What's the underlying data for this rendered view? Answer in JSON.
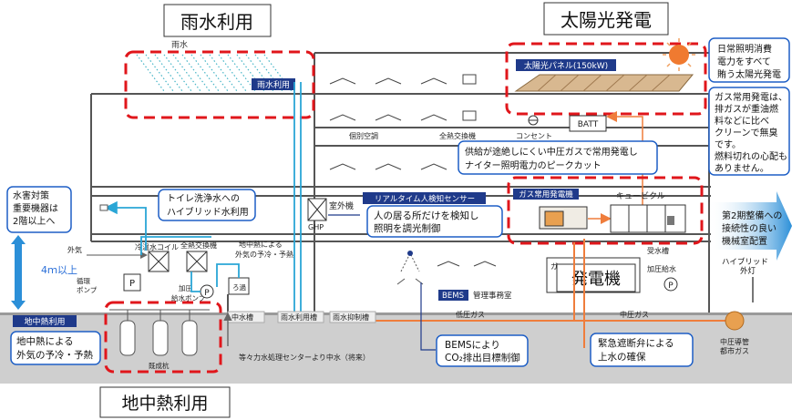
{
  "callouts": {
    "rainwater_title": "雨水利用",
    "solar_title": "太陽光発電",
    "geothermal_title": "地中熱利用",
    "generator_title": "発電機"
  },
  "labels": {
    "rain": "雨水",
    "rain_use_tag": "雨水利用",
    "solar_panel_tag": "太陽光パネル(150kW)",
    "batt": "BATT",
    "outlet": "コンセント",
    "individual_ac": "個別空調",
    "heat_exchanger_top": "全熱交換機",
    "gas_supply_line1": "供給が途絶しにくい中圧ガスで常用発電し",
    "gas_supply_line2": "ナイター照明電力のピークカット",
    "toilet_line1": "トイレ洗浄水への",
    "toilet_line2": "ハイブリッド水利用",
    "sensor_tag": "リアルタイム人検知センサー",
    "sensor_line1": "人の居る所だけを検知し",
    "sensor_line2": "照明を調光制御",
    "outdoor_unit": "室外機",
    "ghp": "GHP",
    "gas_gen_tag": "ガス常用発電機",
    "cubicle": "キュービクル",
    "flood_line1": "水害対策",
    "flood_line2": "重要機器は",
    "flood_line3": "2階以上へ",
    "height": "4ｍ以上",
    "outside_air": "外気",
    "cold_coil": "冷温水コイル",
    "heat_exchanger_low": "全熱交換機",
    "geo_preheat_line1": "地中熱による",
    "geo_preheat_line2": "外気の予冷・予熱",
    "circ_pump_line1": "循環",
    "circ_pump_line2": "ポンプ",
    "pressure_pump_line1": "加圧",
    "pressure_pump_line2": "給水ポンプ",
    "filter": "ろ過",
    "bems_tag": "BEMS",
    "mgmt_office": "管理事務室",
    "receiving": "受水槽",
    "pressure_supply": "加圧給水",
    "cabinet": "ガ",
    "geo_use_tag": "地中熱利用",
    "mid_tank": "中水槽",
    "rain_tank": "雨水利用槽",
    "rain_suppress": "雨水抑制槽",
    "low_gas": "低圧ガス",
    "mid_gas": "中圧ガス",
    "geo_note_line1": "地中熱による",
    "geo_note_line2": "外気の予冷・予熱",
    "pile": "既成杭",
    "reclaimed": "等々力水処理センターより中水（将来）",
    "bems_note_line1": "BEMSにより",
    "bems_note_line2": "CO₂排出目標制御",
    "shutoff_line1": "緊急遮断弁による",
    "shutoff_line2": "上水の確保",
    "city_gas_line1": "中圧導管",
    "city_gas_line2": "都市ガス",
    "solar_note_line1": "日常照明消費",
    "solar_note_line2": "電力をすべて",
    "solar_note_line3": "賄う太陽光発電",
    "gas_note": [
      "ガス常用発電は、",
      "排ガスが重油燃",
      "料などに比べ",
      "クリーンで無臭",
      "です。",
      "燃料切れの心配も",
      "ありません。"
    ],
    "phase2_line1": "第2期整備への",
    "phase2_line2": "接続性の良い",
    "phase2_line3": "機械室配置",
    "hybrid_line1": "ハイブリッド",
    "hybrid_line2": "外灯"
  },
  "colors": {
    "red_dash": "#e0161b",
    "navy": "#1f3a8a",
    "cyan": "#2aa6d6",
    "orange": "#ef7d3c",
    "blue_callout": "#1e5fc6",
    "ground": "#c9c9c9"
  }
}
